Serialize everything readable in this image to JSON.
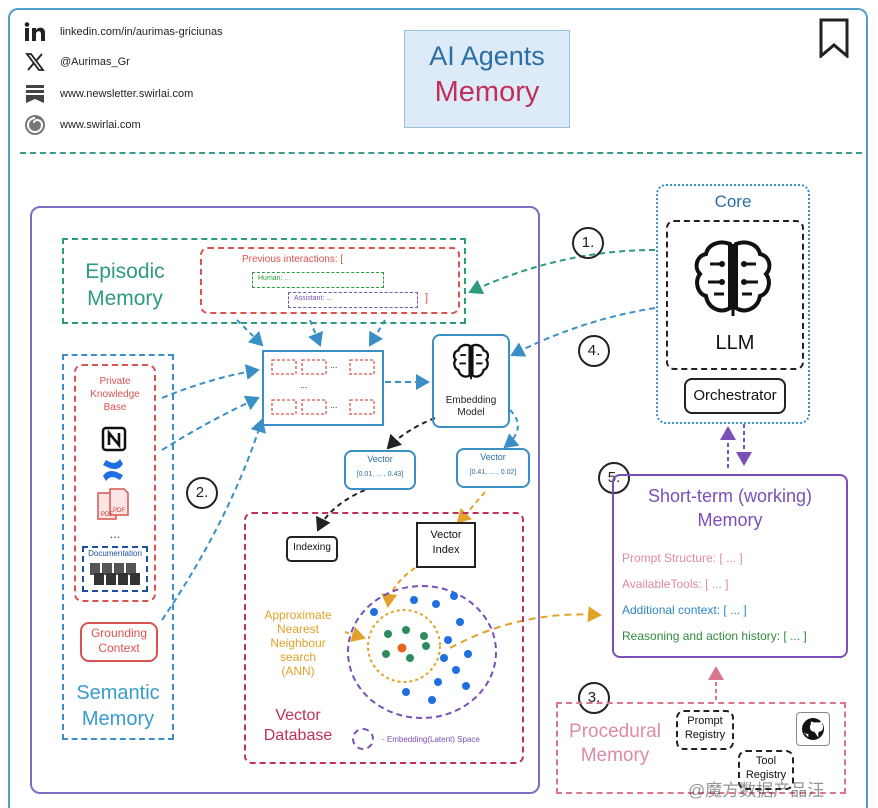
{
  "social": {
    "linkedin": "linkedin.com/in/aurimas-griciunas",
    "x": "@Aurimas_Gr",
    "newsletter": "www.newsletter.swirlai.com",
    "site": "www.swirlai.com"
  },
  "title": {
    "line1": "AI Agents",
    "line2": "Memory"
  },
  "core": {
    "label": "Core",
    "llm": "LLM",
    "orchestrator": "Orchestrator"
  },
  "episodic": {
    "title_line1": "Episodic",
    "title_line2": "Memory",
    "prev": "Previous interactions: [",
    "human": "Human: ...",
    "assistant": "Assistant: ...",
    "close": "]"
  },
  "semantic": {
    "title_line1": "Semantic",
    "title_line2": "Memory",
    "pkb_line1": "Private",
    "pkb_line2": "Knowledge",
    "pkb_line3": "Base",
    "ellipsis": "...",
    "documentation": "Documentation",
    "grounding_line1": "Grounding",
    "grounding_line2": "Context",
    "pdf": "PDF"
  },
  "chunks": {
    "ellipsis": "..."
  },
  "embedding": {
    "line1": "Embedding",
    "line2": "Model"
  },
  "vectors": {
    "v1_label": "Vector",
    "v1_value": "[0.01, ... , 0.43]",
    "v2_label": "Vector",
    "v2_value": "[0.41, ... , 0.02]"
  },
  "vectordb": {
    "indexing": "Indexing",
    "index_line1": "Vector",
    "index_line2": "Index",
    "ann_line1": "Approximate",
    "ann_line2": "Nearest",
    "ann_line3": "Neighbour",
    "ann_line4": "search",
    "ann_line5": "(ANN)",
    "title_line1": "Vector",
    "title_line2": "Database",
    "legend": "- Embedding(Latent) Space"
  },
  "short_term": {
    "title_line1": "Short-term (working)",
    "title_line2": "Memory",
    "items": [
      {
        "text": "Prompt Structure: [ ... ]",
        "color": "#e08aa6"
      },
      {
        "text": "AvailableTools: [ ... ]",
        "color": "#e08aa6"
      },
      {
        "text": "Additional context: [ ... ]",
        "color": "#2f86c4"
      },
      {
        "text": "Reasoning and action history: [ ... ]",
        "color": "#2e8b3e"
      }
    ]
  },
  "procedural": {
    "title_line1": "Procedural",
    "title_line2": "Memory",
    "prompt_line1": "Prompt",
    "prompt_line2": "Registry",
    "tool_line1": "Tool",
    "tool_line2": "Registry"
  },
  "steps": {
    "s1": "1.",
    "s2": "2.",
    "s3": "3.",
    "s4": "4.",
    "s5": "5."
  },
  "watermark": "@魔方数据产品汪",
  "colors": {
    "teal": "#2e9a7e",
    "blue": "#3a8fc4",
    "purple": "#7b4fb8",
    "pink": "#d9778f",
    "red": "#d9534f",
    "orange": "#e2a12a",
    "dark": "#333333"
  }
}
